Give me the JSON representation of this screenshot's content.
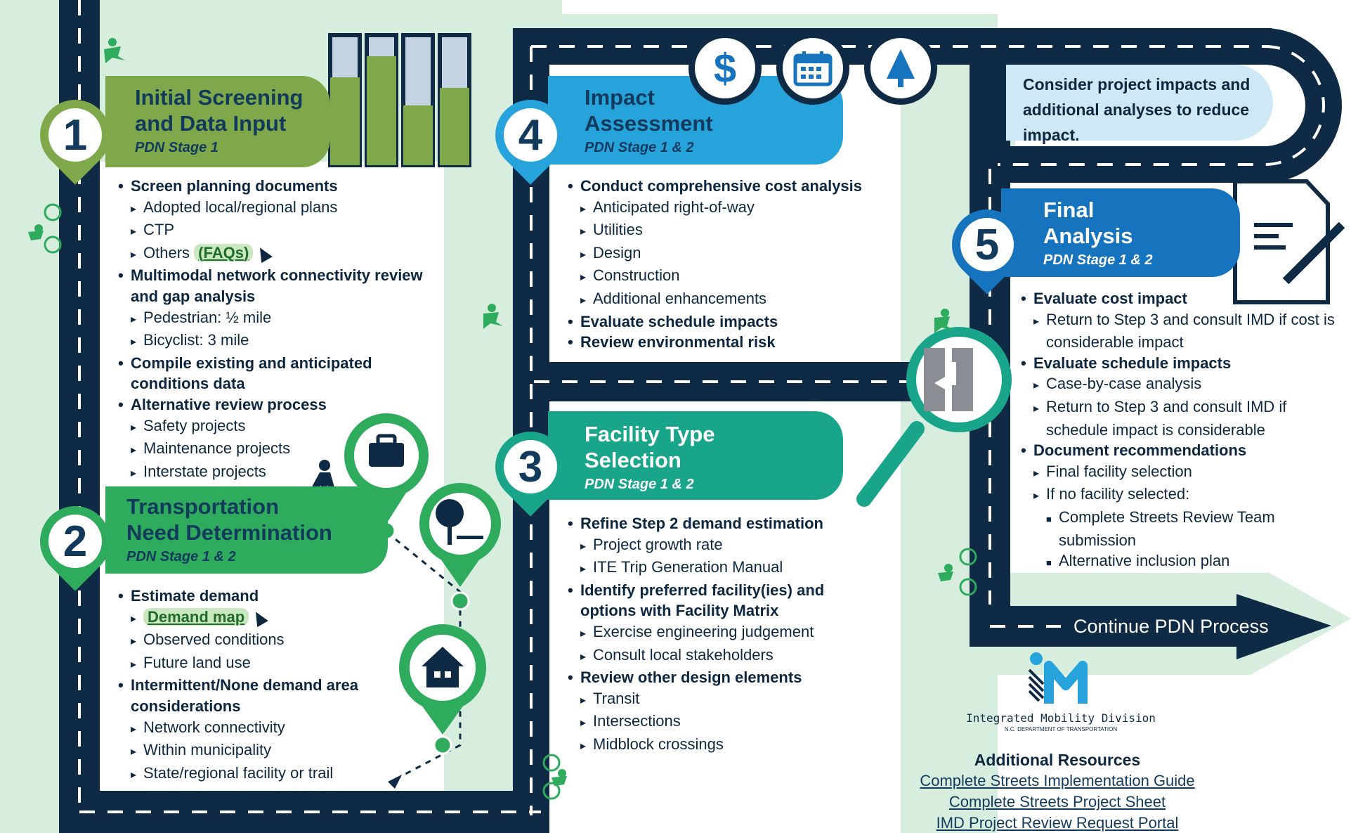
{
  "steps": [
    {
      "number": "1",
      "title_line1": "Initial Screening",
      "title_line2": "and Data Input",
      "stage": "PDN Stage 1",
      "items": [
        {
          "level": 1,
          "text": "Screen planning documents"
        },
        {
          "level": 2,
          "text": "Adopted local/regional plans"
        },
        {
          "level": 2,
          "text": "CTP"
        },
        {
          "level": 2,
          "text": "Others",
          "link": "FAQs"
        },
        {
          "level": 1,
          "text": "Multimodal network connectivity review and gap analysis"
        },
        {
          "level": 2,
          "text": "Pedestrian: ½ mile"
        },
        {
          "level": 2,
          "text": "Bicyclist: 3 mile"
        },
        {
          "level": 1,
          "text": "Compile existing and anticipated conditions data"
        },
        {
          "level": 1,
          "text": "Alternative review process"
        },
        {
          "level": 2,
          "text": "Safety projects"
        },
        {
          "level": 2,
          "text": "Maintenance projects"
        },
        {
          "level": 2,
          "text": "Interstate projects"
        }
      ]
    },
    {
      "number": "2",
      "title_line1": "Transportation",
      "title_line2": "Need Determination",
      "stage": "PDN Stage 1 & 2",
      "items": [
        {
          "level": 1,
          "text": "Estimate demand"
        },
        {
          "level": 2,
          "text": "Demand map",
          "highlight": true
        },
        {
          "level": 2,
          "text": "Observed conditions"
        },
        {
          "level": 2,
          "text": "Future land use"
        },
        {
          "level": 1,
          "text": "Intermittent/None demand area considerations"
        },
        {
          "level": 2,
          "text": "Network connectivity"
        },
        {
          "level": 2,
          "text": "Within municipality"
        },
        {
          "level": 2,
          "text": "State/regional facility or trail"
        }
      ]
    },
    {
      "number": "3",
      "title_line1": "Facility Type",
      "title_line2": "Selection",
      "stage": "PDN Stage 1 & 2",
      "items": [
        {
          "level": 1,
          "text": "Refine Step 2 demand estimation"
        },
        {
          "level": 2,
          "text": "Project growth rate"
        },
        {
          "level": 2,
          "text": "ITE Trip Generation Manual"
        },
        {
          "level": 1,
          "text": "Identify preferred facility(ies) and options with Facility Matrix"
        },
        {
          "level": 2,
          "text": "Exercise engineering judgement"
        },
        {
          "level": 2,
          "text": "Consult local stakeholders"
        },
        {
          "level": 1,
          "text": "Review other design elements"
        },
        {
          "level": 2,
          "text": "Transit"
        },
        {
          "level": 2,
          "text": "Intersections"
        },
        {
          "level": 2,
          "text": "Midblock crossings"
        }
      ]
    },
    {
      "number": "4",
      "title_line1": "Impact",
      "title_line2": "Assessment",
      "stage": "PDN Stage 1 & 2",
      "items": [
        {
          "level": 1,
          "text": "Conduct comprehensive cost analysis"
        },
        {
          "level": 2,
          "text": "Anticipated right-of-way"
        },
        {
          "level": 2,
          "text": "Utilities"
        },
        {
          "level": 2,
          "text": "Design"
        },
        {
          "level": 2,
          "text": "Construction"
        },
        {
          "level": 2,
          "text": "Additional enhancements"
        },
        {
          "level": 1,
          "text": "Evaluate schedule impacts"
        },
        {
          "level": 1,
          "text": "Review environmental risk"
        }
      ]
    },
    {
      "number": "5",
      "title_line1": "Final",
      "title_line2": "Analysis",
      "stage": "PDN Stage 1 & 2",
      "items": [
        {
          "level": 1,
          "text": "Evaluate cost impact"
        },
        {
          "level": 2,
          "text": "Return to Step 3 and consult IMD if cost is considerable impact"
        },
        {
          "level": 1,
          "text": "Evaluate schedule impacts"
        },
        {
          "level": 2,
          "text": "Case-by-case analysis"
        },
        {
          "level": 2,
          "text": "Return to Step 3 and consult IMD if schedule impact is considerable"
        },
        {
          "level": 1,
          "text": "Document recommendations"
        },
        {
          "level": 2,
          "text": "Final facility selection"
        },
        {
          "level": 2,
          "text": "If no facility selected:"
        },
        {
          "level": 3,
          "text": "Complete Streets Review Team submission"
        },
        {
          "level": 3,
          "text": "Alternative inclusion plan"
        }
      ]
    }
  ],
  "note": {
    "line1": "Consider project impacts and",
    "line2": "additional analyses to reduce impact."
  },
  "continue_label": "Continue PDN Process",
  "logo": {
    "name": "Integrated Mobility Division",
    "sub": "N.C. DEPARTMENT OF TRANSPORTATION"
  },
  "resources": {
    "title": "Additional Resources",
    "links": [
      "Complete Streets Implementation Guide",
      "Complete Streets Project Sheet",
      "IMD Project Review Request Portal"
    ]
  },
  "icons": {
    "dollar": "$",
    "calendar": "calendar-icon",
    "tree": "tree-icon",
    "toolbox": "toolbox-icon",
    "house": "house-icon",
    "document": "document-pen-icon"
  },
  "colors": {
    "road": "#0f2a44",
    "mint": "#d7eede",
    "olive": "#7ea849",
    "green": "#2eab5c",
    "teal": "#18a58a",
    "blue_light": "#26a3da",
    "blue": "#1673bd",
    "note_bg": "#cfe8f5"
  }
}
